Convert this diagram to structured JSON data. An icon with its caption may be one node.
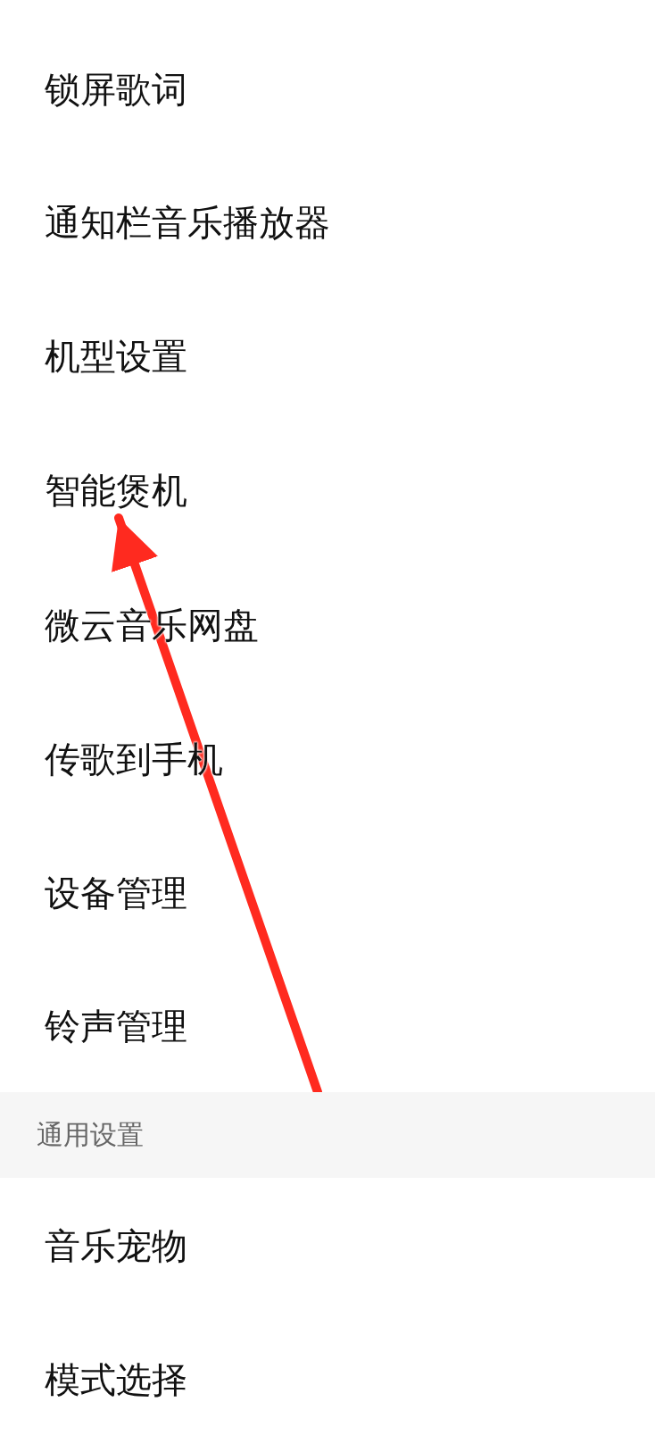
{
  "diagram": {
    "nodes": [
      {
        "text": [
          "锁屏歌词"
        ]
      },
      {
        "text": [
          "通知栏音乐播放器"
        ]
      },
      {
        "text": [
          "机型设置"
        ]
      },
      {
        "text": [
          "智能煲机"
        ]
      },
      {
        "text": [
          "微云音乐网盘"
        ]
      },
      {
        "text": [
          "传歌到手机"
        ]
      },
      {
        "text": [
          "设备管理"
        ]
      },
      {
        "text": [
          "铃声管理"
        ]
      },
      {
        "text": [
          "通用设置"
        ]
      },
      {
        "text": [
          "音乐宠物"
        ]
      },
      {
        "text": [
          "模式选择"
        ]
      }
    ],
    "edges": [
      {
        "from": 8,
        "to": 3,
        "arrow": "to"
      }
    ]
  }
}
